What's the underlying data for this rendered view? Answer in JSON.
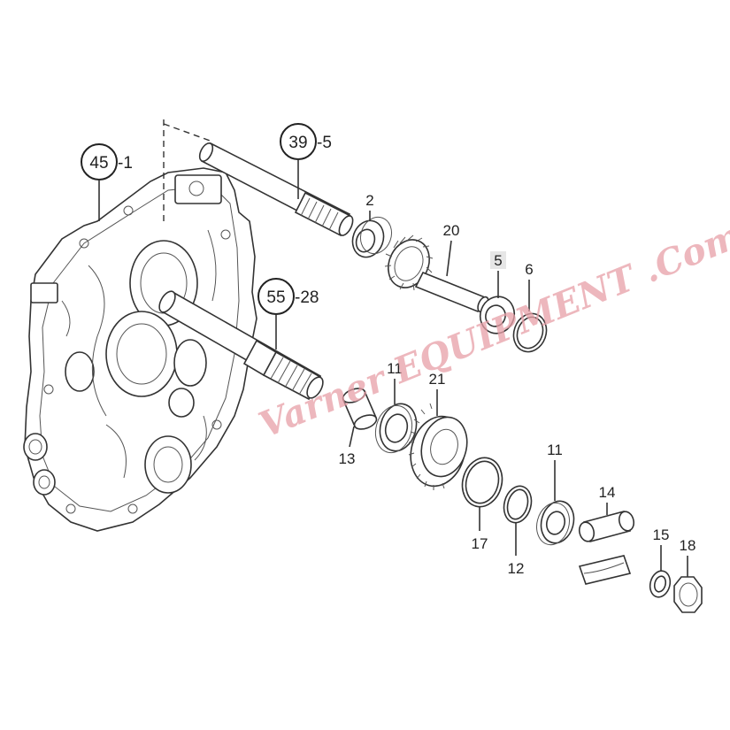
{
  "callouts": [
    {
      "id": "housing",
      "num": "45",
      "suffix": "-1"
    },
    {
      "id": "shaft-top",
      "num": "39",
      "suffix": "-5"
    },
    {
      "id": "shaft-mid",
      "num": "55",
      "suffix": "-28"
    }
  ],
  "labels": {
    "p2": "2",
    "p20": "20",
    "p5": "5",
    "p6": "6",
    "p11a": "11",
    "p21": "21",
    "p13": "13",
    "p11b": "11",
    "p14": "14",
    "p17": "17",
    "p12": "12",
    "p15": "15",
    "p18": "18"
  },
  "watermark": {
    "text": "Varner EQUIPMENT .Com",
    "color": "#e8a0a8"
  }
}
